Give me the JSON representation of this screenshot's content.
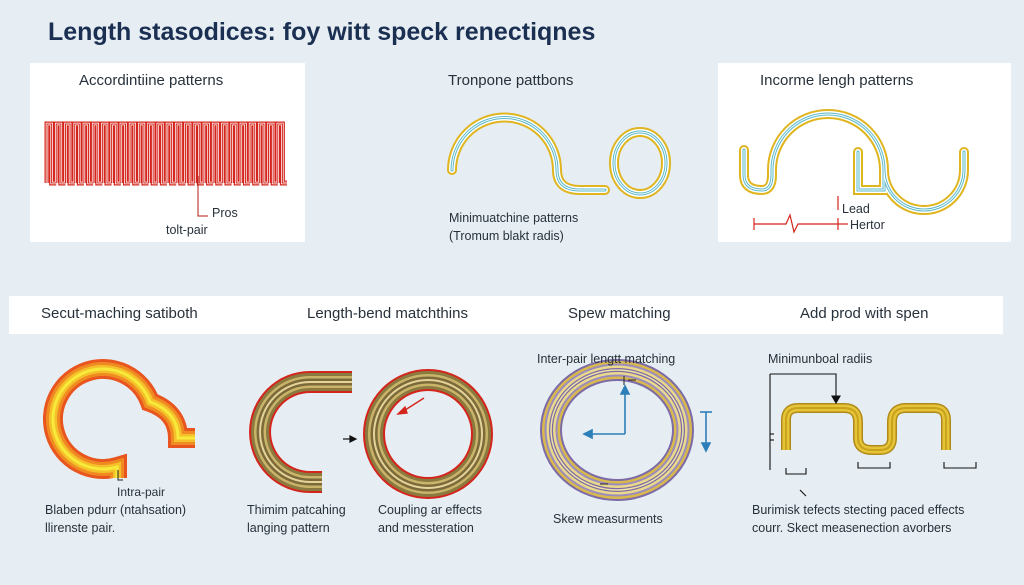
{
  "title": "Length stasodices: foy witt speck renectiqnes",
  "colors": {
    "background": "#e7eef3",
    "title": "#1a2f52",
    "red_trace": "#d4251c",
    "gold_trace": "#e0b520",
    "teal_trace": "#5cb8c8",
    "arrow_blue": "#2c7fb8"
  },
  "panels": {
    "accordion": {
      "title": "Accordintiine patterns",
      "label1": "Pros",
      "label2": "tolt-pair"
    },
    "trombone": {
      "title": "Tronpone pattbons",
      "label1": "Minimuatchine patterns",
      "label2": "(Tromum blakt radis)"
    },
    "incorme": {
      "title": "Incorme lengh patterns",
      "label1": "Lead",
      "label2": "Hertor"
    }
  },
  "section_band": {
    "items": [
      "Secut-maching satiboth",
      "Length-bend matchthins",
      "Spew matching",
      "Add prod with spen"
    ]
  },
  "bottom": {
    "sec1": {
      "tag": "Intra-pair",
      "line1": "Blaben pdurr (ntahsation)",
      "line2": "llirenste pair."
    },
    "sec2": {
      "line1": "Thimim patcahing",
      "line2": "langing pattern",
      "line3": "Coupling ar effects",
      "line4": "and messteration"
    },
    "sec3": {
      "title": "Inter-pair lengtt matching",
      "caption": "Skew measurments"
    },
    "sec4": {
      "title": "Minimunboal radiis",
      "line1": "Burimisk tefects stecting paced effects",
      "line2": "courr. Skect measenection avorbers"
    }
  }
}
